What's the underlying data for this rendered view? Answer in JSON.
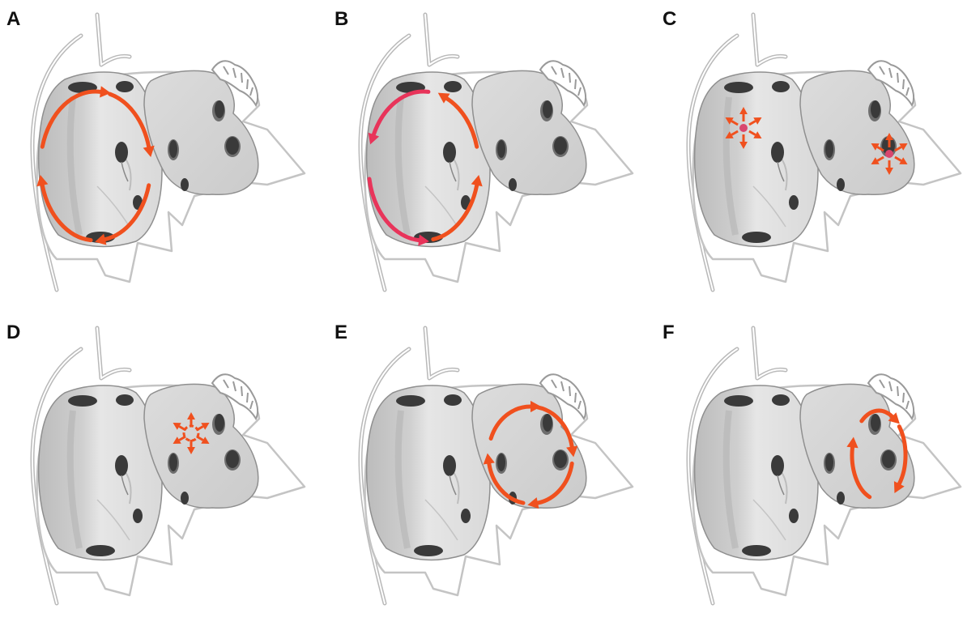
{
  "figure": {
    "panels": [
      {
        "label": "A",
        "pattern": "macro-reentry-left-counterclockwise",
        "chamber": "left"
      },
      {
        "label": "B",
        "pattern": "macro-reentry-left-clockwise",
        "chamber": "left"
      },
      {
        "label": "C",
        "pattern": "focal-biatrial",
        "chamber": "both"
      },
      {
        "label": "D",
        "pattern": "focal-right",
        "chamber": "right"
      },
      {
        "label": "E",
        "pattern": "macro-reentry-right-perimitral",
        "chamber": "right"
      },
      {
        "label": "F",
        "pattern": "macro-reentry-right-roof",
        "chamber": "right"
      }
    ]
  },
  "colors": {
    "arrow": "#f0501e",
    "arrow_alt": "#e8345a",
    "focus": "#d9466e",
    "chamber_fill": "#d6d6d6",
    "chamber_edge": "#8f8f8f",
    "outline": "#b9b9b9",
    "label": "#111111"
  }
}
